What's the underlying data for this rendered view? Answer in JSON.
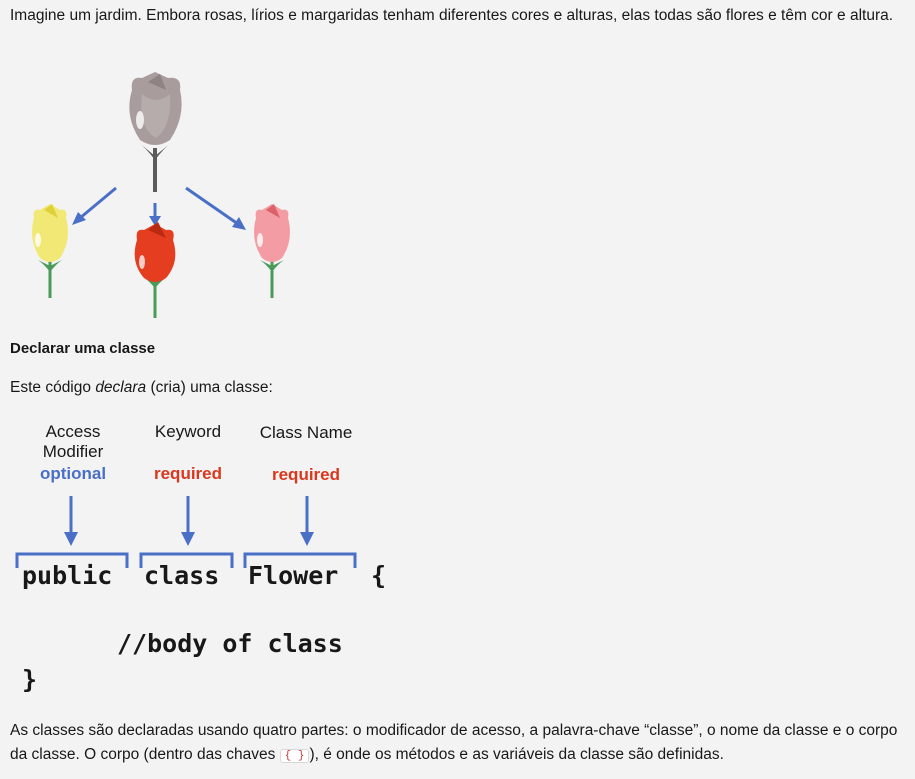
{
  "intro": "Imagine um jardim. Embora rosas, lírios e margaridas tenham diferentes cores e alturas, elas todas são flores e têm cor e altura.",
  "heading": "Declarar uma classe",
  "code_intro": {
    "before": "Este código ",
    "emphasis": "declara",
    "after": " (cria) uma classe:"
  },
  "diagram": {
    "access_modifier": {
      "line1": "Access",
      "line2": "Modifier",
      "tag": "optional"
    },
    "keyword": {
      "label": "Keyword",
      "tag": "required"
    },
    "class_name": {
      "label": "Class Name",
      "tag": "required"
    },
    "code_line1": {
      "public": "public",
      "class": "class",
      "name": "Flower",
      "brace": "{"
    },
    "body_comment": "//body of class",
    "close_brace": "}",
    "colors": {
      "arrow": "#4a6fc7",
      "optional": "#4a6fc7",
      "required": "#d9381e",
      "bracket": "#4a6fc7"
    }
  },
  "flowers": {
    "parent_color": "#a89a9a",
    "children": [
      {
        "color": "#f1e46a"
      },
      {
        "color": "#e03a1e"
      },
      {
        "color": "#f2979e"
      }
    ]
  },
  "parts_paragraph": {
    "before": "As classes são declaradas usando quatro partes: o modificador de acesso, a palavra-chave “classe”, o nome da classe e o corpo da classe. O corpo (dentro das chaves ",
    "code": "{ }",
    "after": "), é onde os métodos e as variáveis da classe são definidas."
  }
}
